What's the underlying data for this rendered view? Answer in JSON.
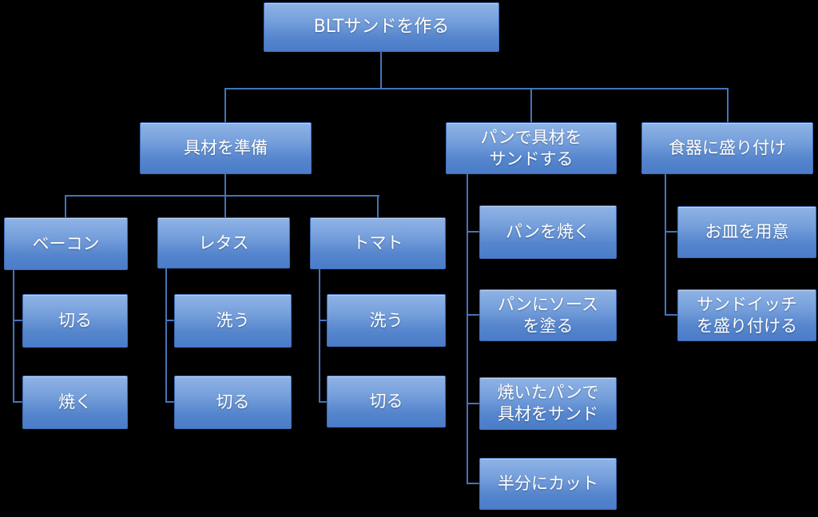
{
  "diagram": {
    "type": "wbs-tree",
    "background": "#000000",
    "colors": {
      "box_fill_top": "#8fb3e6",
      "box_fill_bottom": "#4a7cc8",
      "box_border": "#3f6fba",
      "connector": "#4573b8",
      "text": "#ffffff"
    },
    "root": {
      "label": "BLTサンドを作る"
    },
    "branches": [
      {
        "label": "具材を準備",
        "children": [
          {
            "label": "ベーコン",
            "children": [
              {
                "label": "切る"
              },
              {
                "label": "焼く"
              }
            ]
          },
          {
            "label": "レタス",
            "children": [
              {
                "label": "洗う"
              },
              {
                "label": "切る"
              }
            ]
          },
          {
            "label": "トマト",
            "children": [
              {
                "label": "洗う"
              },
              {
                "label": "切る"
              }
            ]
          }
        ]
      },
      {
        "label": "パンで具材を\nサンドする",
        "children": [
          {
            "label": "パンを焼く"
          },
          {
            "label": "パンにソース\nを塗る"
          },
          {
            "label": "焼いたパンで\n具材をサンド"
          },
          {
            "label": "半分にカット"
          }
        ]
      },
      {
        "label": "食器に盛り付け",
        "children": [
          {
            "label": "お皿を用意"
          },
          {
            "label": "サンドイッチ\nを盛り付ける"
          }
        ]
      }
    ]
  }
}
